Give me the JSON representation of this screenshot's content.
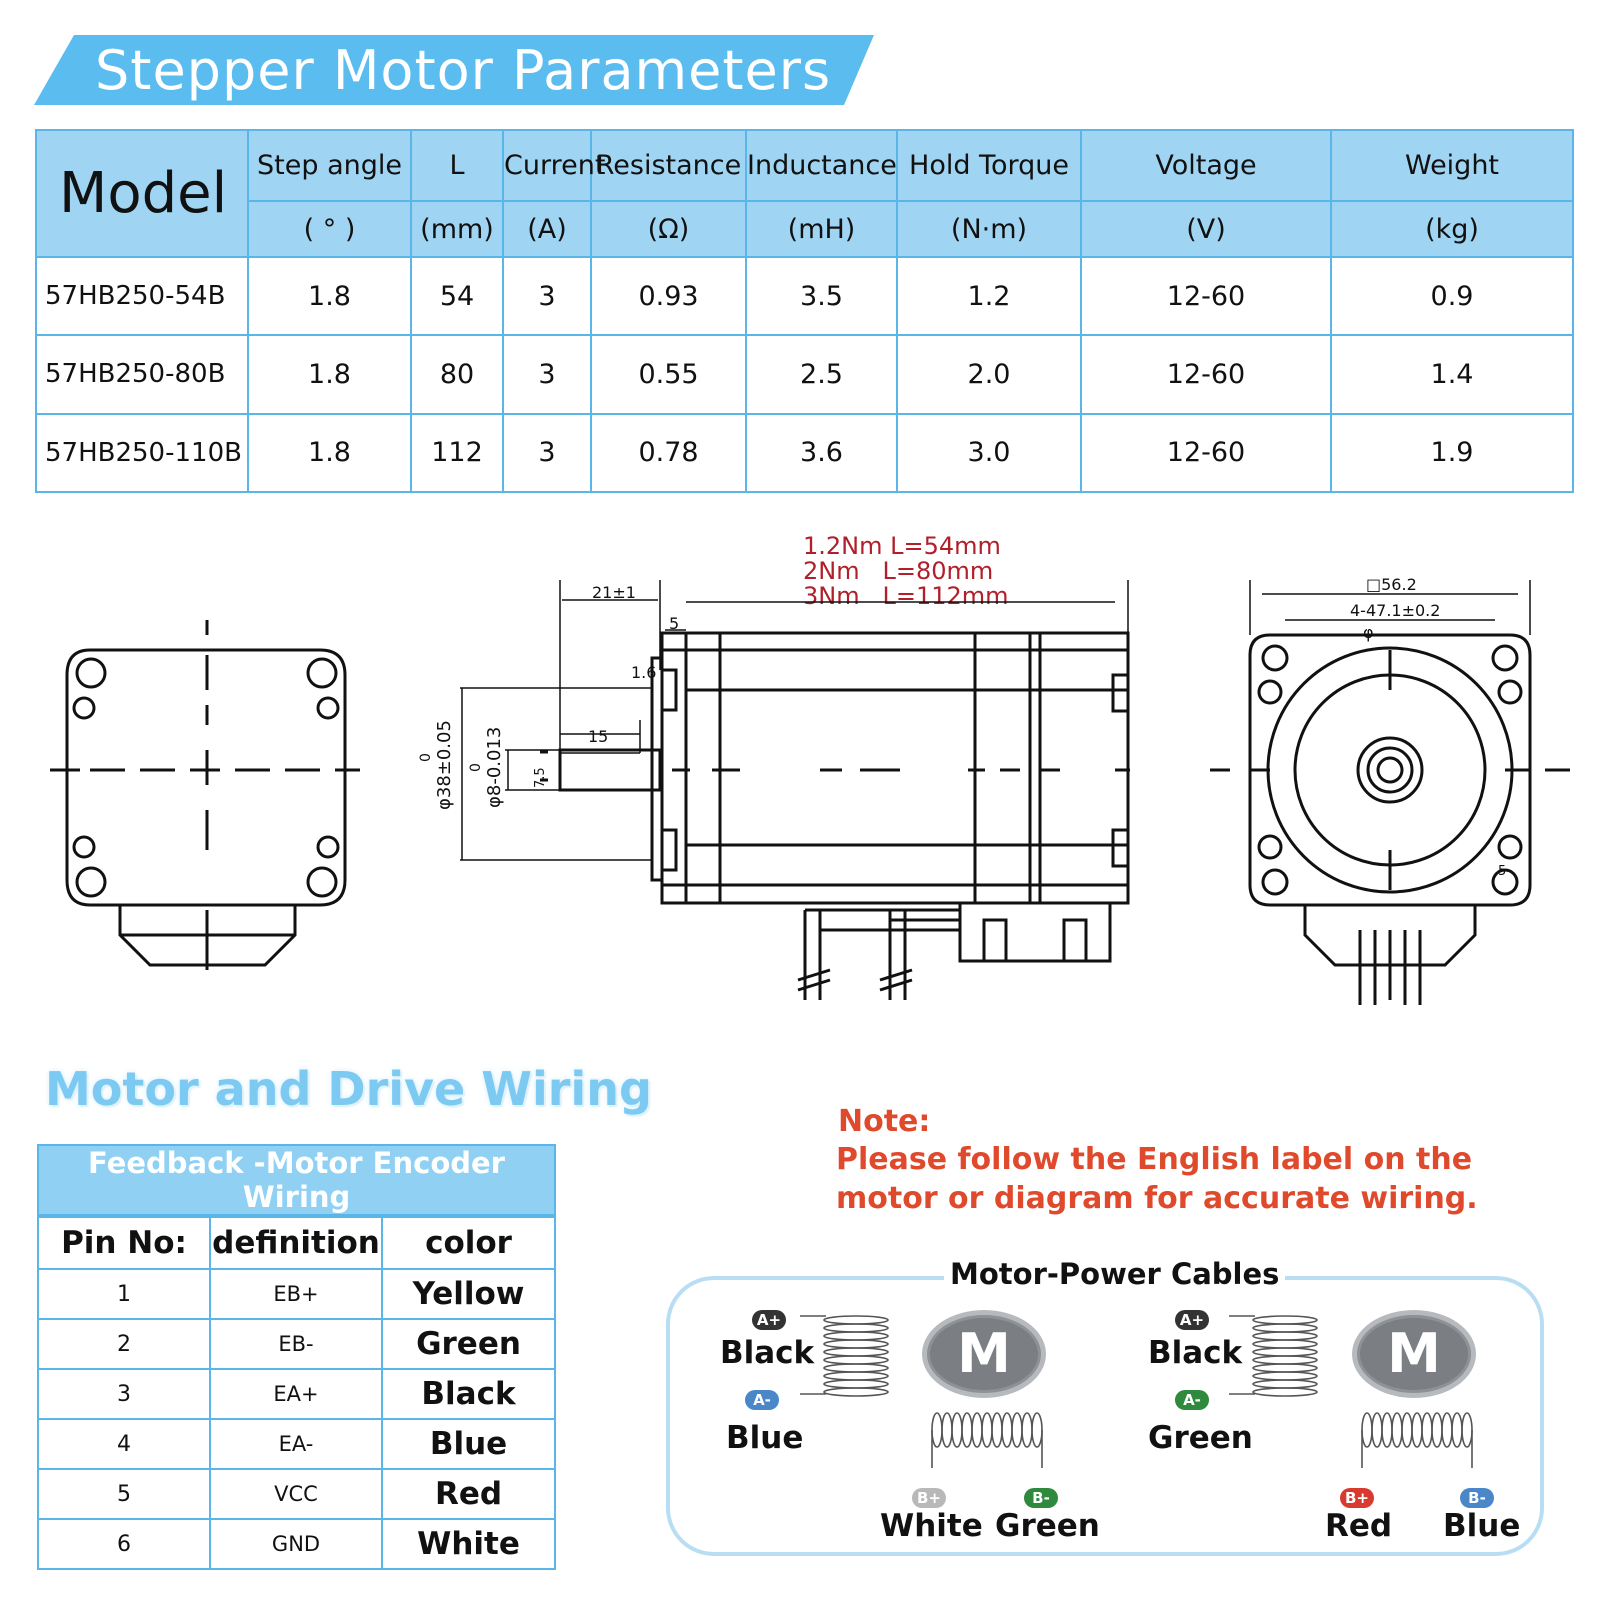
{
  "title": "Stepper Motor Parameters",
  "params_table": {
    "model_header": "Model",
    "columns": [
      {
        "name": "Step angle",
        "unit": "( ° )"
      },
      {
        "name": "L",
        "unit": "(mm)"
      },
      {
        "name": "Current",
        "unit": "(A)"
      },
      {
        "name": "Resistance",
        "unit": "(Ω)"
      },
      {
        "name": "Inductance",
        "unit": "(mH)"
      },
      {
        "name": "Hold Torque",
        "unit": "(N·m)"
      },
      {
        "name": "Voltage",
        "unit": "(V)"
      },
      {
        "name": "Weight",
        "unit": "(kg)"
      }
    ],
    "rows": [
      [
        "57HB250-54B",
        "1.8",
        "54",
        "3",
        "0.93",
        "3.5",
        "1.2",
        "12-60",
        "0.9"
      ],
      [
        "57HB250-80B",
        "1.8",
        "80",
        "3",
        "0.55",
        "2.5",
        "2.0",
        "12-60",
        "1.4"
      ],
      [
        "57HB250-110B",
        "1.8",
        "112",
        "3",
        "0.78",
        "3.6",
        "3.0",
        "12-60",
        "1.9"
      ]
    ]
  },
  "drawing": {
    "length_notes": [
      "1.2Nm L=54mm",
      "2Nm   L=80mm",
      "3Nm   L=112mm"
    ],
    "dims": {
      "shaft_ext": "21±1",
      "flange_step": "5",
      "flange_thk": "1.6",
      "key_len": "15",
      "key_w": "7.5",
      "pilot_dia": "φ38±0.05",
      "pilot_tol": "0",
      "shaft_dia": "φ8-0.013",
      "shaft_tol": "0",
      "square": "□56.2",
      "hole_spacing": "4-47.1±0.2",
      "hole_dia": "φ",
      "hole_dia_val": "5"
    }
  },
  "wiring": {
    "title": "Motor and Drive Wiring",
    "encoder_table": {
      "caption": "Feedback -Motor Encoder Wiring",
      "headers": [
        "Pin No:",
        "definition",
        "color"
      ],
      "rows": [
        [
          "1",
          "EB+",
          "Yellow"
        ],
        [
          "2",
          "EB-",
          "Green"
        ],
        [
          "3",
          "EA+",
          "Black"
        ],
        [
          "4",
          "EA-",
          "Blue"
        ],
        [
          "5",
          "VCC",
          "Red"
        ],
        [
          "6",
          "GND",
          "White"
        ]
      ]
    },
    "note": {
      "title": "Note:",
      "lines": [
        "Please follow the English label on the",
        "motor or diagram for accurate wiring."
      ]
    },
    "power_cables": {
      "title": "Motor-Power Cables",
      "motor_letter": "M",
      "diagrams": [
        {
          "a_plus": {
            "badge": "A+",
            "color": "Black",
            "badge_color": "#333333"
          },
          "a_minus": {
            "badge": "A-",
            "color": "Blue",
            "badge_color": "#4a87c9"
          },
          "b_plus": {
            "badge": "B+",
            "color": "White",
            "badge_color": "#b8b8b8"
          },
          "b_minus": {
            "badge": "B-",
            "color": "Green",
            "badge_color": "#2f8a3d"
          }
        },
        {
          "a_plus": {
            "badge": "A+",
            "color": "Black",
            "badge_color": "#333333"
          },
          "a_minus": {
            "badge": "A-",
            "color": "Green",
            "badge_color": "#2f8a3d"
          },
          "b_plus": {
            "badge": "B+",
            "color": "Red",
            "badge_color": "#d83a2f"
          },
          "b_minus": {
            "badge": "B-",
            "color": "Blue",
            "badge_color": "#4a87c9"
          }
        }
      ]
    }
  }
}
